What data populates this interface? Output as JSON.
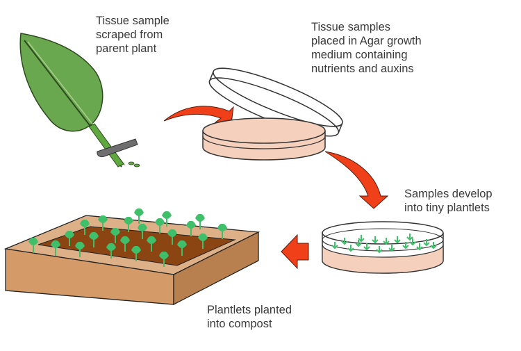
{
  "diagram": {
    "title": "Plant tissue culture (micropropagation) process",
    "colors": {
      "arrow": "#f0401a",
      "leaf": "#6aa84f",
      "agar": "#f5d0bc",
      "plantlet": "#3fbf6a",
      "box": "#d49a67",
      "compost": "#8b4513",
      "text": "#3a3a3a"
    },
    "steps": [
      {
        "id": "step-1",
        "lines": [
          "Tissue sample",
          "scraped from",
          "parent plant"
        ]
      },
      {
        "id": "step-2",
        "lines": [
          "Tissue samples",
          "placed in Agar growth",
          "medium containing",
          "nutrients and auxins"
        ]
      },
      {
        "id": "step-3",
        "lines": [
          "Samples develop",
          "into tiny plantlets"
        ]
      },
      {
        "id": "step-4",
        "lines": [
          "Plantlets planted",
          "into compost"
        ]
      }
    ],
    "icons": [
      "leaf-icon",
      "scalpel-icon",
      "petri-dish-icon",
      "petri-dish-with-plantlets-icon",
      "seed-tray-icon",
      "arrow-icon"
    ]
  }
}
